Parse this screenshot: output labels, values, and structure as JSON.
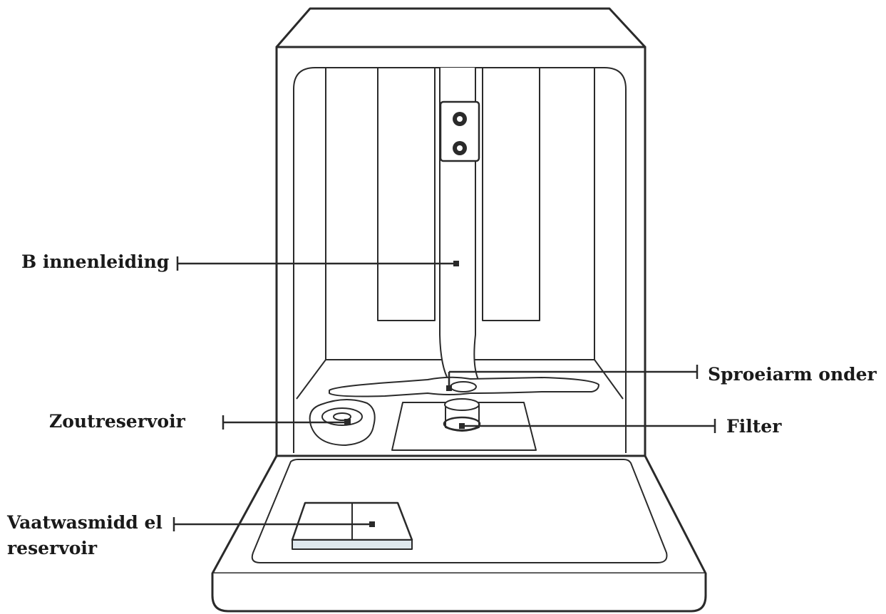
{
  "labels": {
    "inner_pipe": "B innenleiding",
    "lower_spray_arm": "Sproeiarm onder",
    "salt_reservoir": "Zoutreservoir",
    "filter": "Filter",
    "detergent_reservoir_line1": "Vaatwasmidd el",
    "detergent_reservoir_line2": "reservoir"
  },
  "colors": {
    "line": "#2a2a2a",
    "fill": "#ffffff",
    "detergent_lid_edge": "#dfe8ee"
  }
}
